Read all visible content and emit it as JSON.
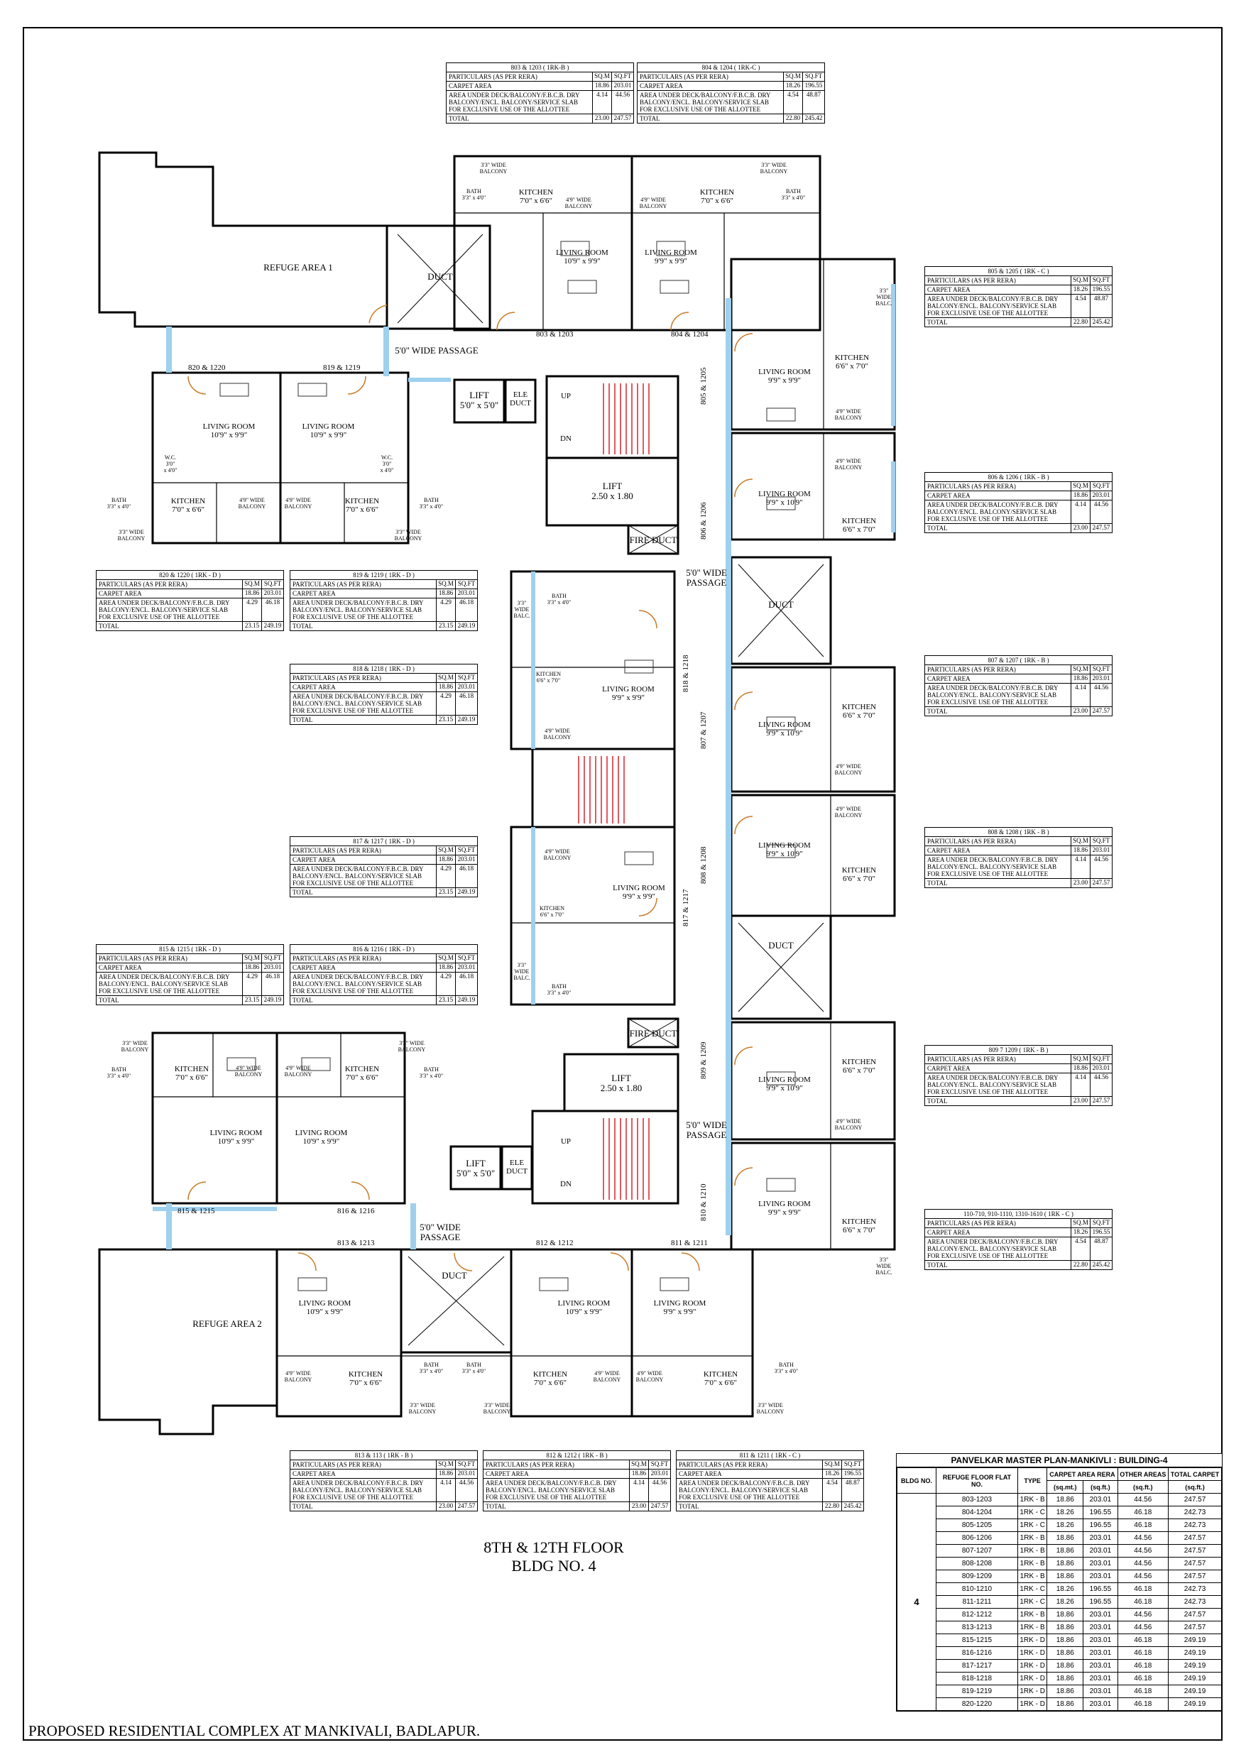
{
  "drawing": {
    "title_line1": "8TH & 12TH FLOOR",
    "title_line2": "BLDG NO. 4",
    "footer": "PROPOSED RESIDENTIAL COMPLEX AT MANKIVALI, BADLAPUR."
  },
  "table_headers": {
    "particulars": "PARTICULARS (AS PER RERA)",
    "sqm": "SQ.M",
    "sqft": "SQ.FT",
    "carpet": "CARPET AREA",
    "other": "AREA UNDER DECK/BALCONY/F.B.C.B. DRY BALCONY/ENCL. BALCONY/SERVICE SLAB FOR EXCLUSIVE USE OF THE ALLOTTEE",
    "total": "TOTAL"
  },
  "flat_tables": [
    {
      "title": "803 & 1203 ( 1RK-B )",
      "carpet_sqm": "18.86",
      "carpet_sqft": "203.01",
      "other_sqm": "4.14",
      "other_sqft": "44.56",
      "total_sqm": "23.00",
      "total_sqft": "247.57"
    },
    {
      "title": "804 & 1204 ( 1RK-C )",
      "carpet_sqm": "18.26",
      "carpet_sqft": "196.55",
      "other_sqm": "4.54",
      "other_sqft": "48.87",
      "total_sqm": "22.80",
      "total_sqft": "245.42"
    },
    {
      "title": "805 & 1205 ( 1RK - C )",
      "carpet_sqm": "18.26",
      "carpet_sqft": "196.55",
      "other_sqm": "4.54",
      "other_sqft": "48.87",
      "total_sqm": "22.80",
      "total_sqft": "245.42"
    },
    {
      "title": "806 & 1206 ( 1RK - B )",
      "carpet_sqm": "18.86",
      "carpet_sqft": "203.01",
      "other_sqm": "4.14",
      "other_sqft": "44.56",
      "total_sqm": "23.00",
      "total_sqft": "247.57"
    },
    {
      "title": "820 & 1220 ( 1RK - D )",
      "carpet_sqm": "18.86",
      "carpet_sqft": "203.01",
      "other_sqm": "4.29",
      "other_sqft": "46.18",
      "total_sqm": "23.15",
      "total_sqft": "249.19"
    },
    {
      "title": "819 & 1219 ( 1RK - D )",
      "carpet_sqm": "18.86",
      "carpet_sqft": "203.01",
      "other_sqm": "4.29",
      "other_sqft": "46.18",
      "total_sqm": "23.15",
      "total_sqft": "249.19"
    },
    {
      "title": "818 & 1218 ( 1RK - D )",
      "carpet_sqm": "18.86",
      "carpet_sqft": "203.01",
      "other_sqm": "4.29",
      "other_sqft": "46.18",
      "total_sqm": "23.15",
      "total_sqft": "249.19"
    },
    {
      "title": "807 & 1207 ( 1RK - B )",
      "carpet_sqm": "18.86",
      "carpet_sqft": "203.01",
      "other_sqm": "4.14",
      "other_sqft": "44.56",
      "total_sqm": "23.00",
      "total_sqft": "247.57"
    },
    {
      "title": "817 & 1217 ( 1RK - D )",
      "carpet_sqm": "18.86",
      "carpet_sqft": "203.01",
      "other_sqm": "4.29",
      "other_sqft": "46.18",
      "total_sqm": "23.15",
      "total_sqft": "249.19"
    },
    {
      "title": "808 & 1208 ( 1RK - B )",
      "carpet_sqm": "18.86",
      "carpet_sqft": "203.01",
      "other_sqm": "4.14",
      "other_sqft": "44.56",
      "total_sqm": "23.00",
      "total_sqft": "247.57"
    },
    {
      "title": "815 & 1215 ( 1RK - D )",
      "carpet_sqm": "18.86",
      "carpet_sqft": "203.01",
      "other_sqm": "4.29",
      "other_sqft": "46.18",
      "total_sqm": "23.15",
      "total_sqft": "249.19"
    },
    {
      "title": "816 & 1216 ( 1RK - D )",
      "carpet_sqm": "18.86",
      "carpet_sqft": "203.01",
      "other_sqm": "4.29",
      "other_sqft": "46.18",
      "total_sqm": "23.15",
      "total_sqft": "249.19"
    },
    {
      "title": "809 7 1209 ( 1RK - B )",
      "carpet_sqm": "18.86",
      "carpet_sqft": "203.01",
      "other_sqm": "4.14",
      "other_sqft": "44.56",
      "total_sqm": "23.00",
      "total_sqft": "247.57"
    },
    {
      "title": "110-710, 910-1110, 1310-1610 ( 1RK - C )",
      "carpet_sqm": "18.26",
      "carpet_sqft": "196.55",
      "other_sqm": "4.54",
      "other_sqft": "48.87",
      "total_sqm": "22.80",
      "total_sqft": "245.42"
    },
    {
      "title": "813 & 113 ( 1RK - B )",
      "carpet_sqm": "18.86",
      "carpet_sqft": "203.01",
      "other_sqm": "4.14",
      "other_sqft": "44.56",
      "total_sqm": "23.00",
      "total_sqft": "247.57"
    },
    {
      "title": "812 & 1212 ( 1RK - B )",
      "carpet_sqm": "18.86",
      "carpet_sqft": "203.01",
      "other_sqm": "4.14",
      "other_sqft": "44.56",
      "total_sqm": "23.00",
      "total_sqft": "247.57"
    },
    {
      "title": "811 & 1211 ( 1RK - C )",
      "carpet_sqm": "18.26",
      "carpet_sqft": "196.55",
      "other_sqm": "4.54",
      "other_sqft": "48.87",
      "total_sqm": "22.80",
      "total_sqft": "245.42"
    }
  ],
  "plan_labels": {
    "refuge1": "REFUGE AREA 1",
    "refuge2": "REFUGE AREA 2",
    "passage_top": "5'0\" WIDE PASSAGE",
    "passage_mid": "5'0\" WIDE\nPASSAGE",
    "passage_bottom": "5'0\" WIDE\nPASSAGE",
    "lift_small": "LIFT\n5'0\" x 5'0\"",
    "lift_big": "LIFT\n2.50 x 1.80",
    "ele_duct": "ELE\nDUCT",
    "fire_duct": "FIRE DUCT",
    "duct": "DUCT",
    "up": "UP",
    "dn": "DN",
    "living_a": "LIVING ROOM\n10'9\" x 9'9\"",
    "living_b": "LIVING ROOM\n9'9\" x 9'9\"",
    "living_c": "LIVING ROOM\n9'9\" x 10'9\"",
    "kitchen_a": "KITCHEN\n7'0\" x 6'6\"",
    "kitchen_b": "KITCHEN\n6'6\" x 7'0\"",
    "bath": "BATH\n3'3\" x 4'0\"",
    "wc": "W.C.\n3'0\"\nx 4'0\"",
    "balcony49": "4'9\" WIDE\nBALCONY",
    "balcony33": "3'3\" WIDE\nBALCONY",
    "balc_side": "3'3\"\nWIDE\nBALC."
  },
  "flat_tags": [
    "803 & 1203",
    "804 & 1204",
    "820 & 1220",
    "819 & 1219",
    "805 & 1205",
    "806 & 1206",
    "818 & 1218",
    "807 & 1207",
    "817 & 1217",
    "808 & 1208",
    "809 & 1209",
    "815 & 1215",
    "816 & 1216",
    "810 & 1210",
    "813 & 1213",
    "812 & 1212",
    "811 & 1211"
  ],
  "summary": {
    "heading": "PANVELKAR MASTER PLAN-MANKIVLI : BUILDING-4",
    "col_bldg": "BLDG NO.",
    "col_flat": "REFUGE FLOOR FLAT NO.",
    "col_type": "TYPE",
    "col_carpet": "CARPET AREA RERA",
    "col_other": "OTHER AREAS",
    "col_total": "TOTAL CARPET",
    "unit_sqm": "(sq.mt.)",
    "unit_sqft": "(sq.ft.)",
    "bldg_no": "4",
    "rows": [
      [
        "803-1203",
        "1RK - B",
        "18.86",
        "203.01",
        "44.56",
        "247.57"
      ],
      [
        "804-1204",
        "1RK - C",
        "18.26",
        "196.55",
        "46.18",
        "242.73"
      ],
      [
        "805-1205",
        "1RK - C",
        "18.26",
        "196.55",
        "46.18",
        "242.73"
      ],
      [
        "806-1206",
        "1RK - B",
        "18.86",
        "203.01",
        "44.56",
        "247.57"
      ],
      [
        "807-1207",
        "1RK - B",
        "18.86",
        "203.01",
        "44.56",
        "247.57"
      ],
      [
        "808-1208",
        "1RK - B",
        "18.86",
        "203.01",
        "44.56",
        "247.57"
      ],
      [
        "809-1209",
        "1RK - B",
        "18.86",
        "203.01",
        "44.56",
        "247.57"
      ],
      [
        "810-1210",
        "1RK - C",
        "18.26",
        "196.55",
        "46.18",
        "242.73"
      ],
      [
        "811-1211",
        "1RK - C",
        "18.26",
        "196.55",
        "46.18",
        "242.73"
      ],
      [
        "812-1212",
        "1RK - B",
        "18.86",
        "203.01",
        "44.56",
        "247.57"
      ],
      [
        "813-1213",
        "1RK - B",
        "18.86",
        "203.01",
        "44.56",
        "247.57"
      ],
      [
        "815-1215",
        "1RK - D",
        "18.86",
        "203.01",
        "46.18",
        "249.19"
      ],
      [
        "816-1216",
        "1RK - D",
        "18.86",
        "203.01",
        "46.18",
        "249.19"
      ],
      [
        "817-1217",
        "1RK - D",
        "18.86",
        "203.01",
        "46.18",
        "249.19"
      ],
      [
        "818-1218",
        "1RK - D",
        "18.86",
        "203.01",
        "46.18",
        "249.19"
      ],
      [
        "819-1219",
        "1RK - D",
        "18.86",
        "203.01",
        "46.18",
        "249.19"
      ],
      [
        "820-1220",
        "1RK - D",
        "18.86",
        "203.01",
        "46.18",
        "249.19"
      ]
    ]
  },
  "colors": {
    "wall": "#000000",
    "glazing": "#9fd0ee",
    "door": "#c97b2a",
    "stair": "#d9232a"
  }
}
